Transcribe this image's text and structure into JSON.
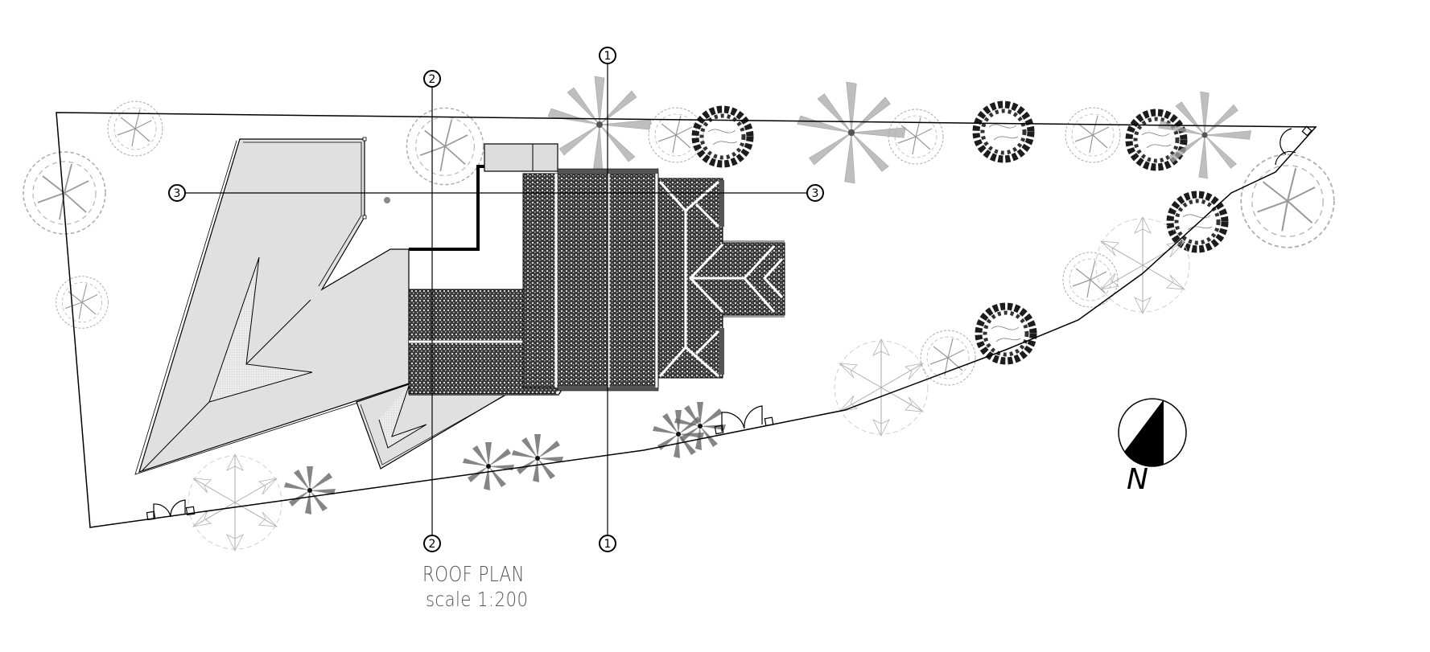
{
  "drawing": {
    "title": "ROOF PLAN",
    "scale": "scale 1:200",
    "north_label": "N"
  },
  "grid": {
    "lines": [
      {
        "id": "1",
        "orientation": "vertical",
        "label_top": "1",
        "label_bottom": "1"
      },
      {
        "id": "2",
        "orientation": "vertical",
        "label_top": "2",
        "label_bottom": "2"
      },
      {
        "id": "3",
        "orientation": "horizontal",
        "label_left": "3",
        "label_right": "3"
      }
    ]
  },
  "colors": {
    "roof_tile": "#3a3a3a",
    "flat_roof": "#e0e0e0",
    "gutter": "#555555",
    "line": "#000000",
    "tree_light": "#9a9a9a",
    "tree_dark": "#222222",
    "palm": "#7a7a7a"
  },
  "legend": {
    "symbols": [
      "grid-bubble",
      "north-arrow",
      "tree-light",
      "tree-dark",
      "palm",
      "tiled-roof",
      "flat-roof",
      "door-gate"
    ]
  }
}
